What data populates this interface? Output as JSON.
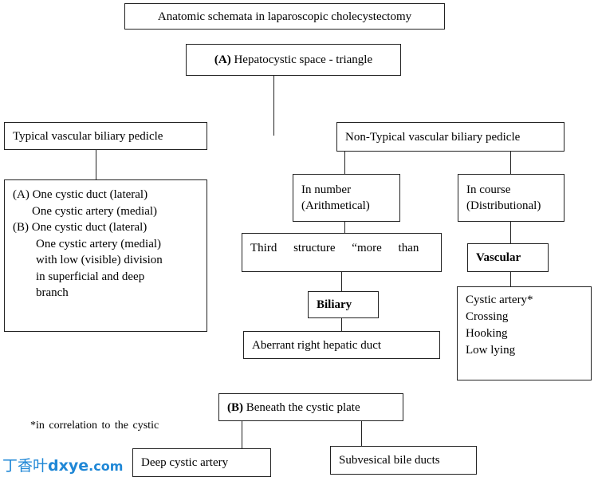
{
  "title": "Anatomic schemata in laparoscopic cholecystectomy",
  "node_a": {
    "prefix": "(A)",
    "text": "Hepatocystic space - triangle"
  },
  "typical": {
    "label": "Typical vascular biliary pedicle",
    "lines": [
      "(A) One cystic duct (lateral)",
      "One cystic artery (medial)",
      "(B) One cystic duct (lateral)",
      "One cystic artery (medial)",
      "with low (visible) division",
      "in superficial and deep",
      "branch"
    ]
  },
  "non_typical": {
    "label": "Non-Typical vascular biliary pedicle",
    "in_number": [
      "In number",
      "(Arithmetical)"
    ],
    "third_structure": "Third structure “more than",
    "biliary": "Biliary",
    "aberrant": "Aberrant right hepatic duct",
    "in_course": [
      "In course",
      "(Distributional)"
    ],
    "vascular": "Vascular",
    "cystic_lines": [
      "Cystic artery*",
      "Crossing",
      "Hooking",
      "Low lying"
    ]
  },
  "node_b": {
    "prefix": "(B)",
    "text": "Beneath the cystic plate"
  },
  "footnote": "*in correlation to the cystic",
  "deep": "Deep cystic artery",
  "subvesical": "Subvesical bile ducts",
  "watermark": {
    "zh": "丁香叶",
    "brand": "dxye",
    "domain": ".com"
  }
}
